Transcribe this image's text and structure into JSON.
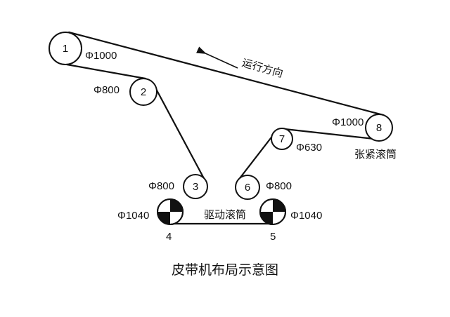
{
  "diagram": {
    "title": "皮带机布局示意图",
    "direction_label": "运行方向",
    "drive_label": "驱动滚筒",
    "tension_label": "张紧滚筒",
    "rollers": [
      {
        "id": "1",
        "diameter": "Φ1000"
      },
      {
        "id": "2",
        "diameter": "Φ800"
      },
      {
        "id": "3",
        "diameter": "Φ800"
      },
      {
        "id": "4",
        "diameter": "Φ1040"
      },
      {
        "id": "5",
        "diameter": "Φ1040"
      },
      {
        "id": "6",
        "diameter": "Φ800"
      },
      {
        "id": "7",
        "diameter": "Φ630"
      },
      {
        "id": "8",
        "diameter": "Φ1000"
      }
    ]
  }
}
